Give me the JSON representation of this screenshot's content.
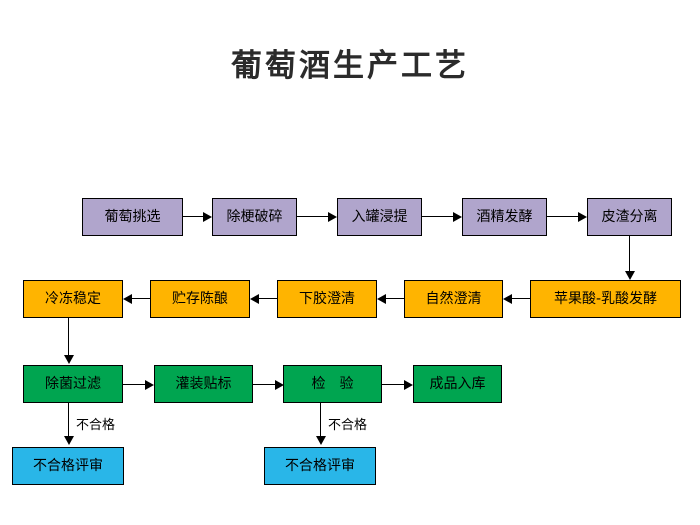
{
  "title": "葡萄酒生产工艺",
  "colors": {
    "background": "#ffffff",
    "stage1_purple": "#b0a5cc",
    "stage2_yellow": "#ffb400",
    "stage3_green": "#00a550",
    "reject_blue": "#29b6e8",
    "border": "#000000",
    "title_text": "#2b2b2b"
  },
  "flow": {
    "row1": [
      {
        "label": "葡萄挑选"
      },
      {
        "label": "除梗破碎"
      },
      {
        "label": "入罐浸提"
      },
      {
        "label": "酒精发酵"
      },
      {
        "label": "皮渣分离"
      }
    ],
    "row2": [
      {
        "label": "苹果酸-乳酸发酵"
      },
      {
        "label": "自然澄清"
      },
      {
        "label": "下胶澄清"
      },
      {
        "label": "贮存陈酿"
      },
      {
        "label": "冷冻稳定"
      }
    ],
    "row3": [
      {
        "label": "除菌过滤"
      },
      {
        "label": "灌装贴标"
      },
      {
        "label": "检　验"
      },
      {
        "label": "成品入库"
      }
    ],
    "row4": [
      {
        "label": "不合格评审"
      },
      {
        "label": "不合格评审"
      }
    ],
    "edge_labels": [
      {
        "label": "不合格"
      },
      {
        "label": "不合格"
      }
    ]
  }
}
